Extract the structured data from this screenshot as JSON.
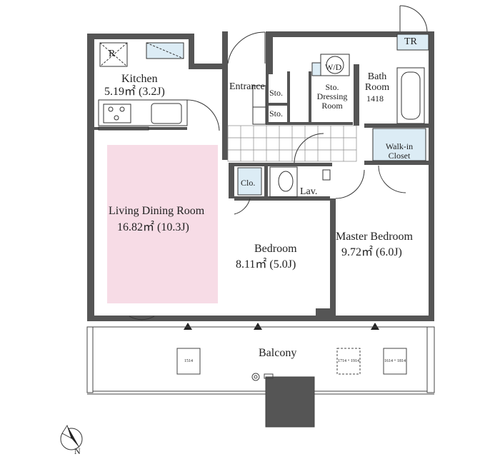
{
  "rooms": {
    "kitchen": {
      "name": "Kitchen",
      "area": "5.19㎡ (3.2J)",
      "fridge": "R"
    },
    "living": {
      "name": "Living Dining Room",
      "area": "16.82㎡ (10.3J)"
    },
    "bedroom": {
      "name": "Bedroom",
      "area": "8.11㎡ (5.0J)"
    },
    "master": {
      "name": "Master Bedroom",
      "area": "9.72㎡ (6.0J)"
    },
    "entrance": {
      "name": "Entrance"
    },
    "sto1": {
      "name": "Sto."
    },
    "sto2": {
      "name": "Sto."
    },
    "dressing": {
      "name": "Sto.\nDressing\nRoom"
    },
    "wd": {
      "name": "W/D"
    },
    "bath": {
      "name": "Bath\nRoom",
      "size": "1418"
    },
    "walkin": {
      "name": "Walk-in\nCloset"
    },
    "clo": {
      "name": "Clo."
    },
    "lav": {
      "name": "Lav."
    },
    "tr": {
      "name": "TR"
    },
    "balcony": {
      "name": "Balcony"
    }
  },
  "balcony_units": {
    "u1": "1514",
    "u2": "1714・1914",
    "u3": "1614・1814"
  },
  "compass": {
    "north": "N"
  },
  "colors": {
    "wall": "#555555",
    "living_fill": "#f7dce6",
    "fixture_fill": "#dcecf5",
    "line": "#333333"
  }
}
